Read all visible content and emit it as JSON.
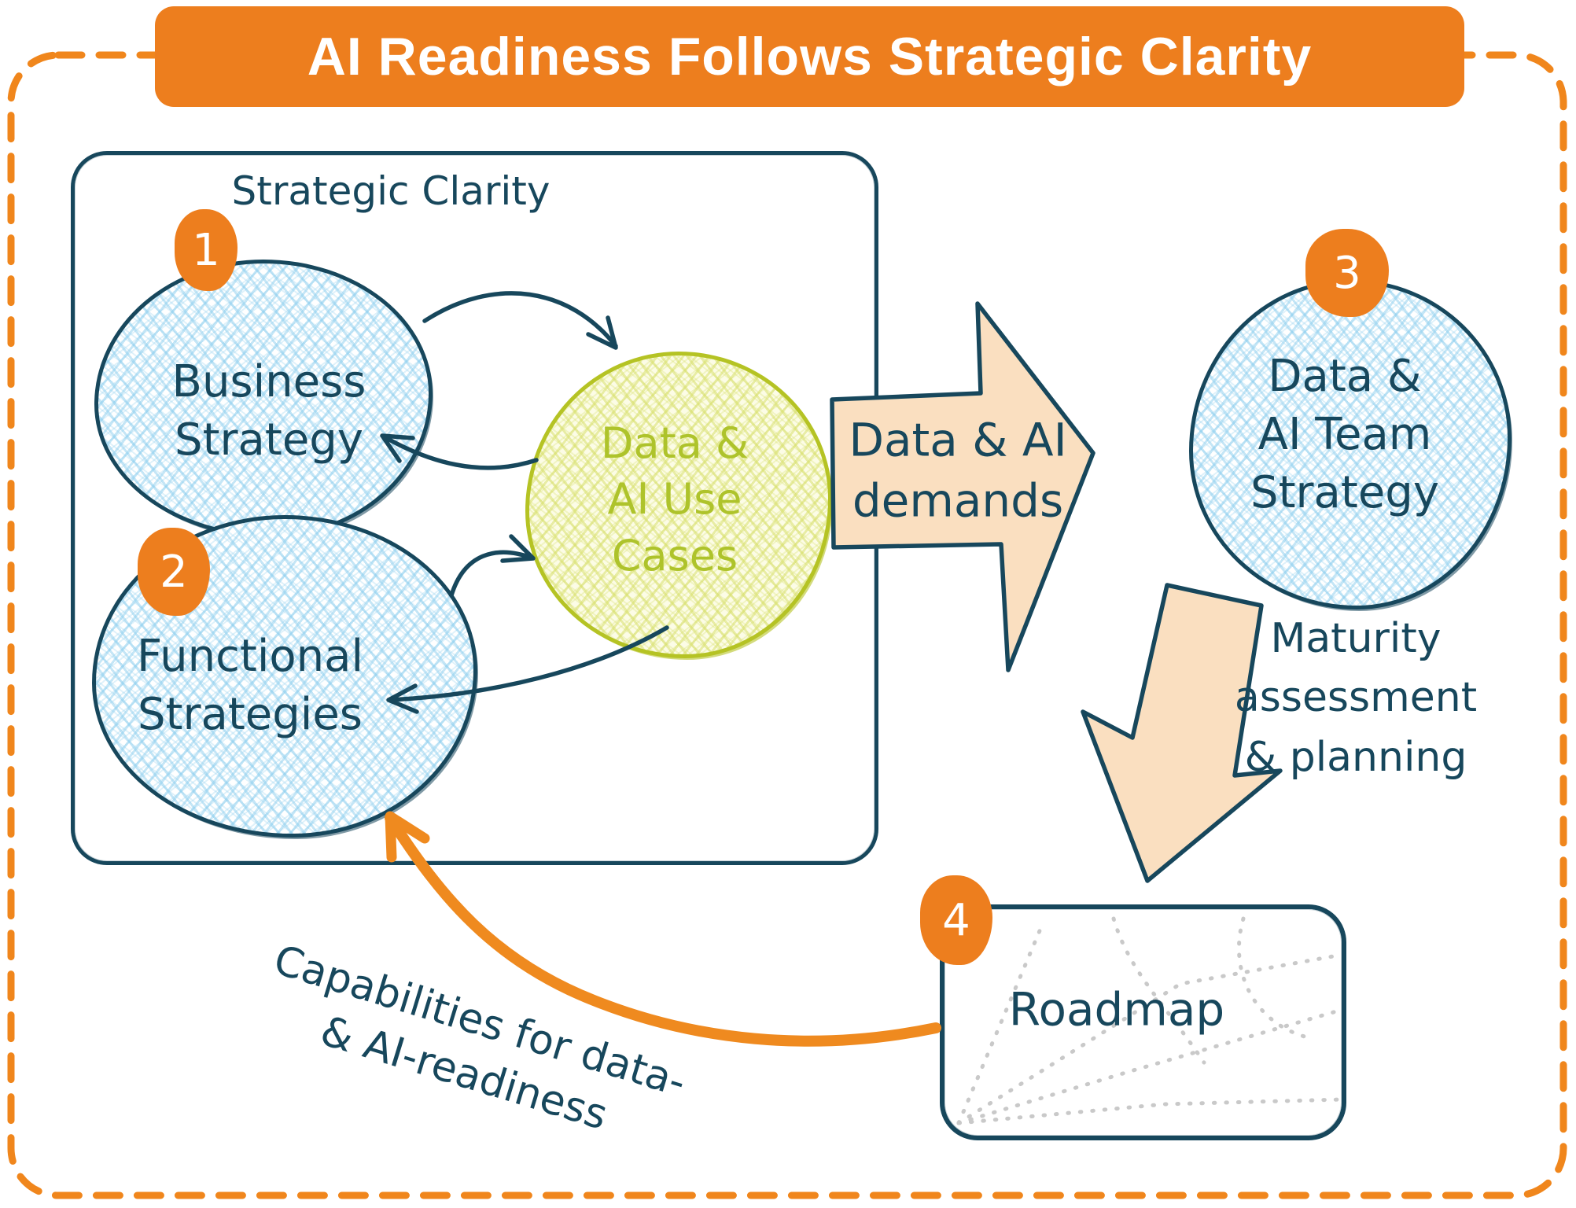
{
  "title": "AI Readiness Follows Strategic Clarity",
  "strategic_clarity": {
    "heading": "Strategic Clarity",
    "badge_1": "1",
    "business_strategy": "Business\nStrategy",
    "badge_2": "2",
    "functional_strategies": "Functional\nStrategies",
    "use_cases": "Data &\nAI Use\nCases"
  },
  "flow": {
    "demands_arrow_label": "Data & AI\ndemands",
    "badge_3": "3",
    "team_strategy": "Data &\nAI Team\nStrategy",
    "maturity_note": "Maturity\nassessment\n& planning",
    "badge_4": "4",
    "roadmap": "Roadmap",
    "capabilities_note": "Capabilities for data-\n& AI-readiness"
  },
  "colors": {
    "orange": "#ED7E1E",
    "teal": "#17475C",
    "peach_fill": "#FADFC0",
    "olive": "#B5C324",
    "light_blue_hatch": "#8CCEEE",
    "roadmap_dots_gray": "#C9C9C9"
  }
}
